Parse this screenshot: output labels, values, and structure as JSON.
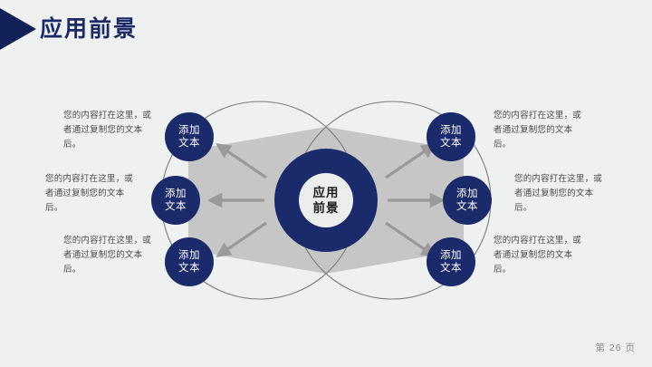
{
  "slide": {
    "title": "应用前景",
    "page_label": "第 26 页",
    "background_color": "#eff0f0",
    "accent_color": "#1b2a6b",
    "gray_fill_color": "#c6c6c6",
    "outline_color": "#7d7d7d"
  },
  "diagram": {
    "type": "hub-and-spoke",
    "center": {
      "line1": "应用",
      "line2": "前景"
    },
    "nodes": [
      {
        "id": "left-top",
        "line1": "添加",
        "line2": "文本",
        "side": "left"
      },
      {
        "id": "left-middle",
        "line1": "添加",
        "line2": "文本",
        "side": "left"
      },
      {
        "id": "left-bottom",
        "line1": "添加",
        "line2": "文本",
        "side": "left"
      },
      {
        "id": "right-top",
        "line1": "添加",
        "line2": "文本",
        "side": "right"
      },
      {
        "id": "right-middle",
        "line1": "添加",
        "line2": "文本",
        "side": "right"
      },
      {
        "id": "right-bottom",
        "line1": "添加",
        "line2": "文本",
        "side": "right"
      }
    ],
    "captions": [
      {
        "id": "left-top",
        "text": "您的内容打在这里，或者通过复制您的文本后。"
      },
      {
        "id": "left-middle",
        "text": "您的内容打在这里，或者通过复制您的文本后。"
      },
      {
        "id": "left-bottom",
        "text": "您的内容打在这里，或者通过复制您的文本后。"
      },
      {
        "id": "right-top",
        "text": "您的内容打在这里，或者通过复制您的文本后。"
      },
      {
        "id": "right-middle",
        "text": "您的内容打在这里，或者通过复制您的文本后。"
      },
      {
        "id": "right-bottom",
        "text": "您的内容打在这里，或者通过复制您的文本后。"
      }
    ]
  }
}
